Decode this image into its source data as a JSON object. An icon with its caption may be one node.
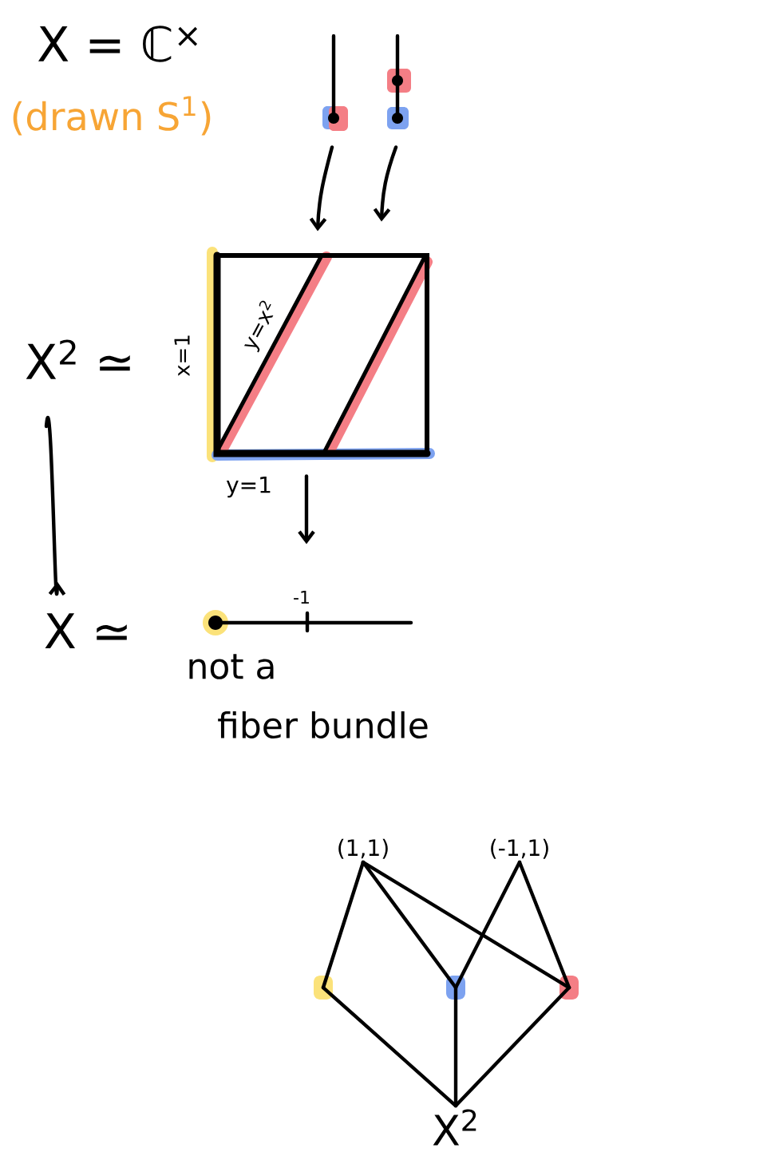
{
  "diagram": {
    "nodes": [
      {
        "text": [
          "X$^{2}$ ≃"
        ]
      },
      {
        "text": [
          "X ≃"
        ]
      },
      {
        "text": [],
        "shape": "picture"
      },
      {
        "text": [],
        "shape": "picture"
      },
      {
        "text": [],
        "shape": "picture"
      },
      {
        "text": [],
        "shape": "picture",
        "beside": [
          "-1"
        ]
      },
      {
        "text": [
          "(1,1)"
        ]
      },
      {
        "text": [
          "(-1,1)"
        ]
      },
      {
        "text": [],
        "shape": "box"
      },
      {
        "text": [],
        "shape": "box"
      },
      {
        "text": [],
        "shape": "box"
      },
      {
        "text": [
          "X$^{2}$"
        ]
      }
    ],
    "edges": [
      {
        "from": 0,
        "to": 1,
        "arrow": "to"
      },
      {
        "from": 2,
        "to": 4,
        "arrow": "to"
      },
      {
        "from": 3,
        "to": 4,
        "arrow": "to"
      },
      {
        "from": 4,
        "to": 5,
        "arrow": "to"
      },
      {
        "from": 6,
        "to": 8,
        "arrow": "none"
      },
      {
        "from": 6,
        "to": 9,
        "arrow": "none"
      },
      {
        "from": 6,
        "to": 10,
        "arrow": "none"
      },
      {
        "from": 7,
        "to": 9,
        "arrow": "none"
      },
      {
        "from": 7,
        "to": 10,
        "arrow": "none"
      },
      {
        "from": 8,
        "to": 11,
        "arrow": "none"
      },
      {
        "from": 9,
        "to": 11,
        "arrow": "none"
      },
      {
        "from": 10,
        "to": 11,
        "arrow": "none"
      }
    ],
    "labels": [
      "X = ℂ$^{×}$",
      "(drawn S$^{1}$)",
      "x=1",
      "y=x$^{2}$",
      "y=1",
      "not a",
      "fiber bundle"
    ]
  }
}
